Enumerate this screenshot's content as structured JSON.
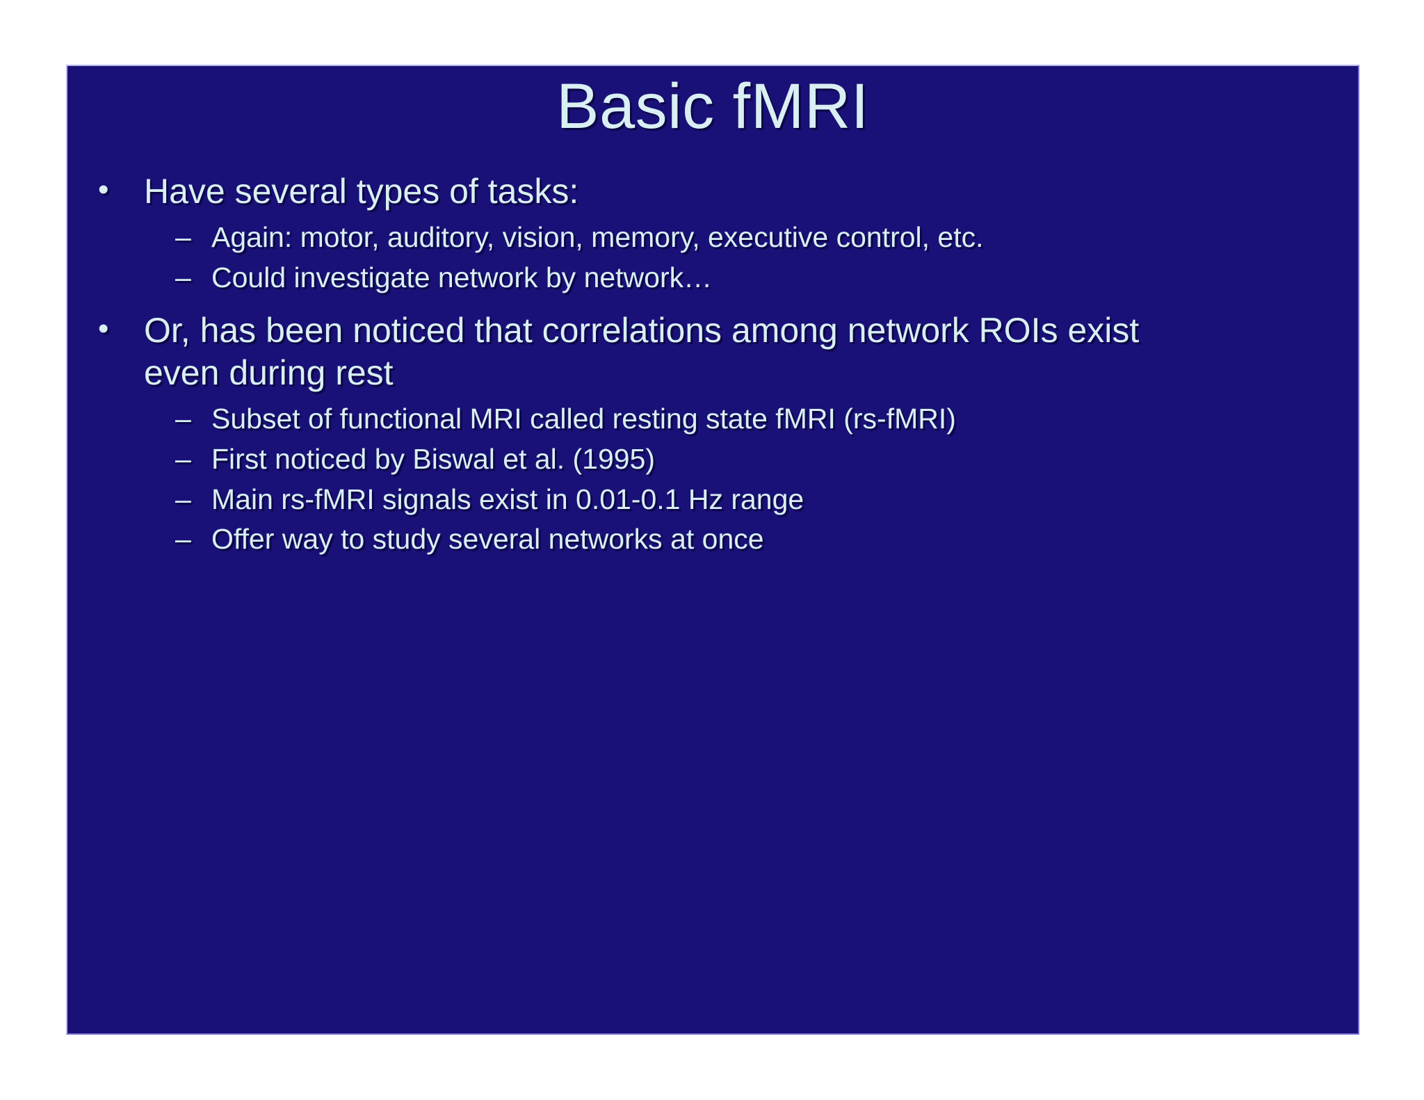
{
  "slide": {
    "title": "Basic fMRI",
    "background_color": "#1a1178",
    "text_color": "#d9eff3",
    "border_color": "#b9b6ea",
    "page_background": "#ffffff",
    "bullet_glyph_level1": "•",
    "bullet_glyph_level2": "–",
    "content": [
      {
        "level": 1,
        "marker": "•",
        "text": "Have several types of tasks:"
      },
      {
        "level": 2,
        "marker": "–",
        "text": "Again: motor, auditory, vision, memory, executive control, etc."
      },
      {
        "level": 2,
        "marker": "–",
        "text": "Could investigate network by network…"
      },
      {
        "level": 1,
        "marker": "•",
        "text": "Or, has been noticed that correlations among network ROIs exist even during rest"
      },
      {
        "level": 2,
        "marker": "–",
        "text": "Subset of functional MRI called resting state fMRI (rs-fMRI)"
      },
      {
        "level": 2,
        "marker": "–",
        "text": "First noticed by Biswal et al. (1995)"
      },
      {
        "level": 2,
        "marker": "–",
        "text": "Main rs-fMRI signals exist in 0.01-0.1 Hz range"
      },
      {
        "level": 2,
        "marker": "–",
        "text": "Offer way to study several networks at once"
      }
    ]
  }
}
